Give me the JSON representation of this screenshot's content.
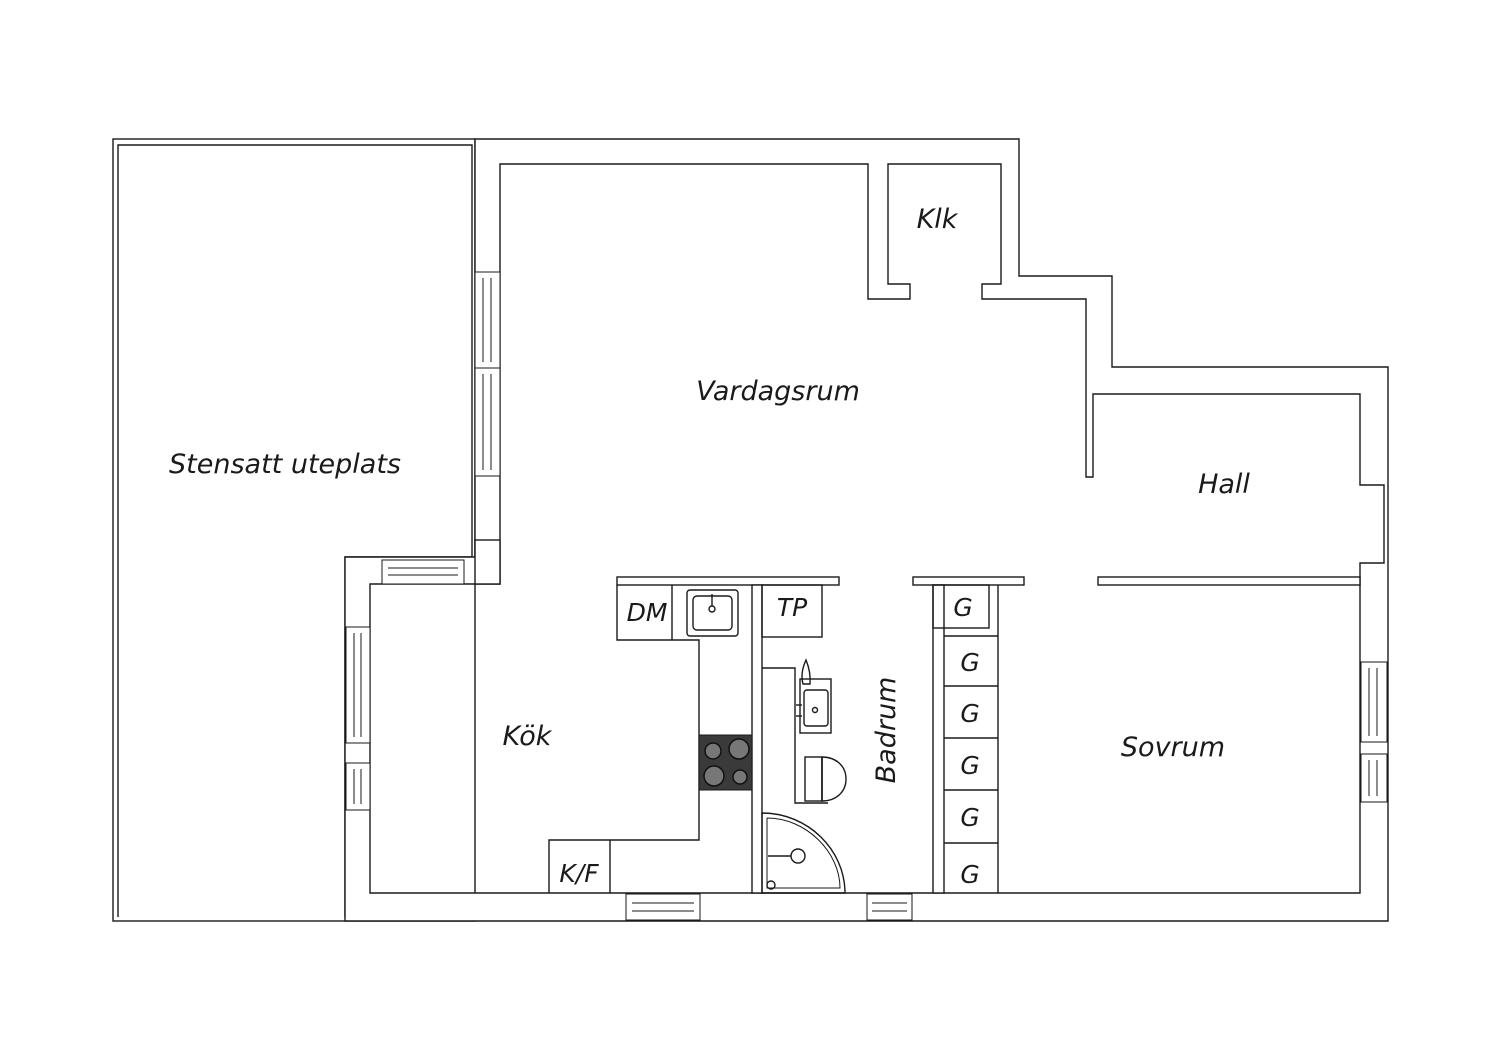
{
  "rooms": {
    "patio": "Stensatt uteplats",
    "living": "Vardagsrum",
    "closet": "Klk",
    "hall": "Hall",
    "kitchen": "Kök",
    "bathroom": "Badrum",
    "bedroom": "Sovrum"
  },
  "fixtures": {
    "dishwasher": "DM",
    "dryer": "TP",
    "fridge_freezer": "K/F",
    "wardrobes": [
      "G",
      "G",
      "G",
      "G",
      "G",
      "G"
    ]
  },
  "colors": {
    "line": "#1a1a1a",
    "background": "#ffffff",
    "stove": "#3a3a3a"
  }
}
